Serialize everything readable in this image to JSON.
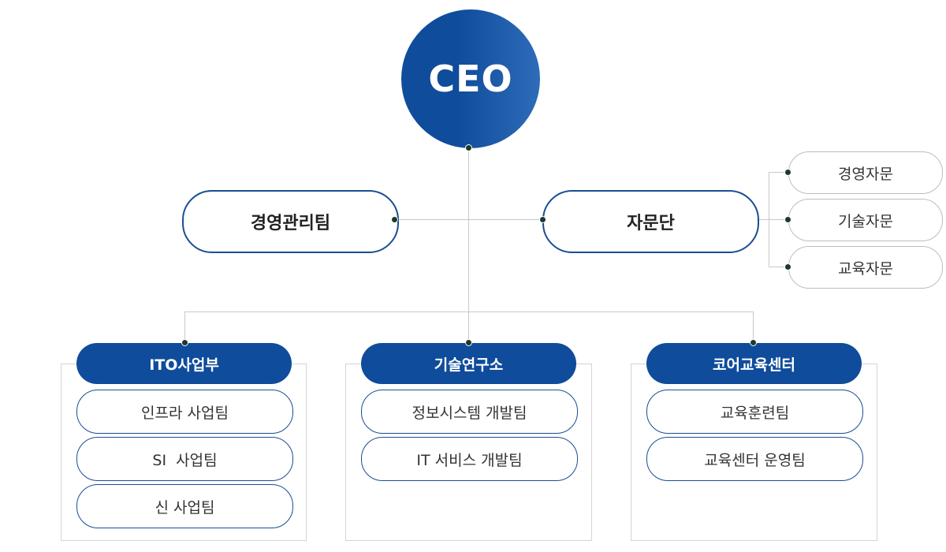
{
  "ceo": {
    "label": "CEO"
  },
  "management": {
    "label": "경영관리팀"
  },
  "advisory": {
    "label": "자문단",
    "members": [
      "경영자문",
      "기술자문",
      "교육자문"
    ]
  },
  "departments": [
    {
      "label": "ITO사업부",
      "teams": [
        "인프라 사업팀",
        "SI  사업팀",
        "신 사업팀"
      ]
    },
    {
      "label": "기술연구소",
      "teams": [
        "정보시스템 개발팀",
        "IT 서비스 개발팀"
      ]
    },
    {
      "label": "코어교육센터",
      "teams": [
        "교육훈련팀",
        "교육센터 운영팀"
      ]
    }
  ],
  "colors": {
    "primary": "#0f4c9b",
    "border": "#1a4e92",
    "connector": "#c9c9c9",
    "dot": "#1d3a2a"
  }
}
